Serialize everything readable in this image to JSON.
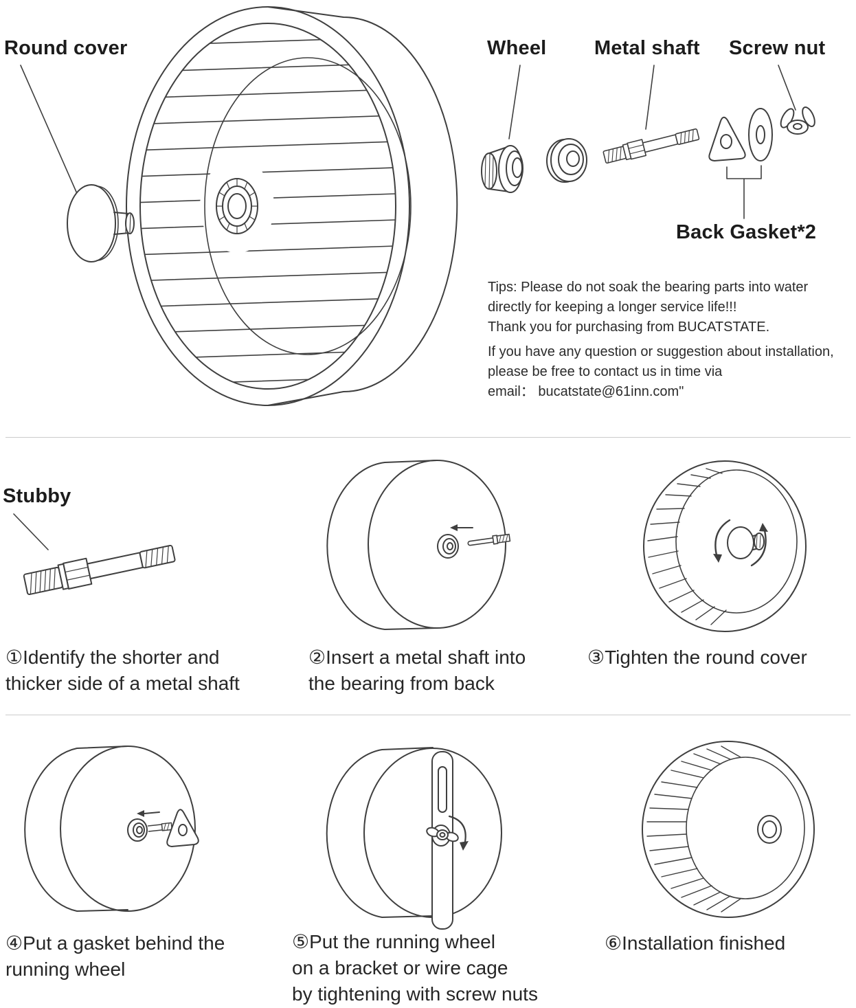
{
  "colors": {
    "line": "#3f3f3f",
    "text": "#262626",
    "divider": "#cbcbcb",
    "background": "#ffffff"
  },
  "exploded": {
    "round_cover_label": "Round cover",
    "wheel_label": "Wheel",
    "metal_shaft_label": "Metal shaft",
    "screw_nut_label": "Screw nut",
    "back_gasket_label": "Back Gasket*2",
    "tips_line1": "Tips: Please do not soak the bearing parts into water",
    "tips_line2": "directly for keeping a longer service life!!!",
    "tips_line3": "Thank you for purchasing from BUCATSTATE.",
    "contact_line1": "If you have any question or suggestion about installation,",
    "contact_line2": "please be free to contact us in time via",
    "contact_line3": "email：  bucatstate@61inn.com\""
  },
  "steps": {
    "stubby_label": "Stubby",
    "step1_line1": "①Identify the shorter and",
    "step1_line2": "thicker side of a metal shaft",
    "step2_line1": "②Insert a metal shaft into",
    "step2_line2": "the bearing from back",
    "step3_line1": "③Tighten the round cover",
    "step4_line1": "④Put a gasket behind the",
    "step4_line2": "running wheel",
    "step5_line1": "⑤Put the running wheel",
    "step5_line2": "on a bracket or wire cage",
    "step5_line3": "by tightening with screw nuts",
    "step6_line1": "⑥Installation finished"
  }
}
